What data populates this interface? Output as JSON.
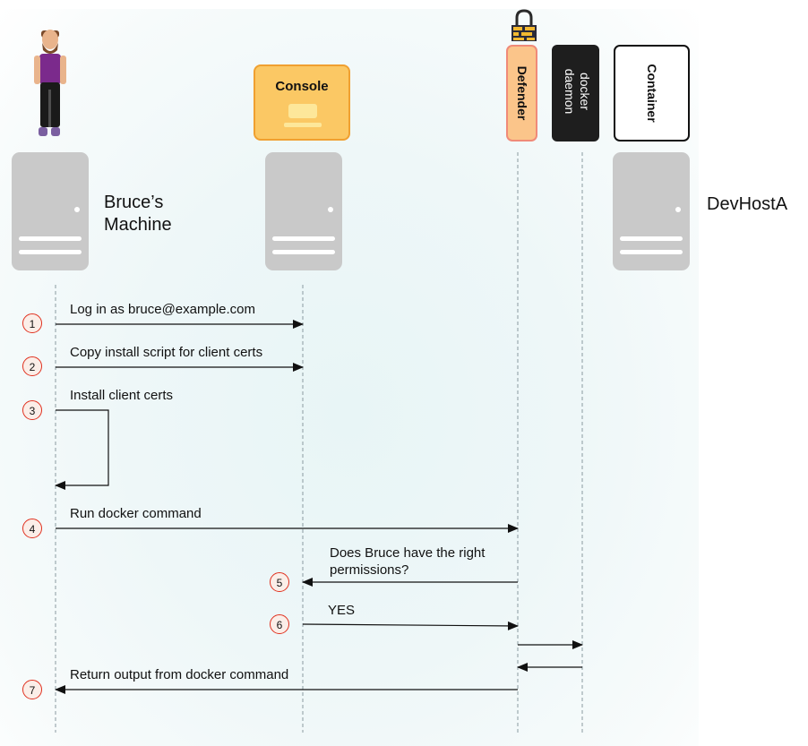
{
  "participants": {
    "console": "Console",
    "defender": "Defender",
    "docker_daemon": "docker\ndaemon",
    "container": "Container"
  },
  "hosts": {
    "bruce_machine": "Bruce’s\nMachine",
    "devhost": "DevHostA"
  },
  "steps": [
    {
      "num": "1",
      "label": "Log in as bruce@example.com"
    },
    {
      "num": "2",
      "label": "Copy install script for client certs"
    },
    {
      "num": "3",
      "label": "Install client certs"
    },
    {
      "num": "4",
      "label": "Run docker command"
    },
    {
      "num": "5",
      "label": "Does Bruce have the right\npermissions?"
    },
    {
      "num": "6",
      "label": "YES"
    },
    {
      "num": "7",
      "label": "Return output from docker command"
    }
  ],
  "colors": {
    "console_fill": "#fbc864",
    "console_border": "#f0a030",
    "defender_fill": "#fbc58a",
    "defender_border": "#f08a78",
    "daemon_fill": "#1e1e1e",
    "server_gray": "#c9c9c9",
    "step_circle": "#e0301e"
  }
}
